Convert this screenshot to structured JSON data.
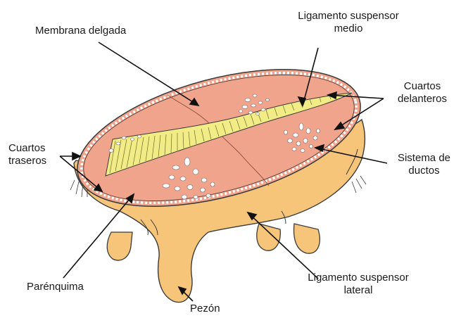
{
  "labels": {
    "membrana": "Membrana delgada",
    "ligamento_medio_1": "Ligamento suspensor",
    "ligamento_medio_2": "medio",
    "cuartos_delanteros_1": "Cuartos",
    "cuartos_delanteros_2": "delanteros",
    "cuartos_traseros_1": "Cuartos",
    "cuartos_traseros_2": "traseros",
    "sistema_1": "Sistema de",
    "sistema_2": "ductos",
    "parenquima": "Parénquima",
    "ligamento_lateral_1": "Ligamento suspensor",
    "ligamento_lateral_2": "lateral",
    "pezon": "Pezón"
  },
  "colors": {
    "tissue_top": "#f0a48c",
    "body": "#f6c57a",
    "ligament": "#f2ec86",
    "outline": "#3a3a3a"
  }
}
